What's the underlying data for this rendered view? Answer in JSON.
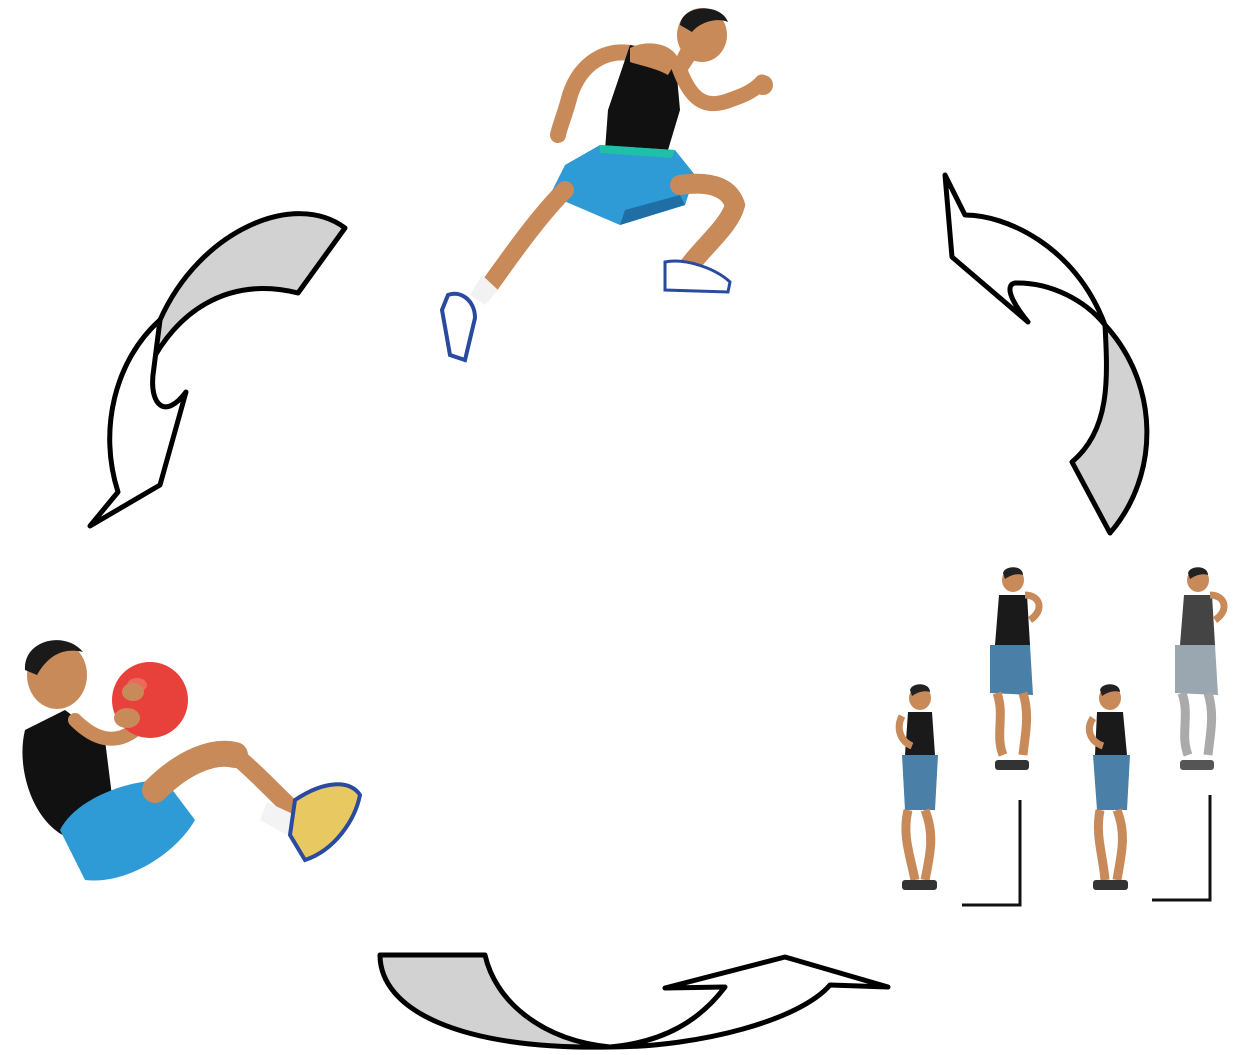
{
  "diagram": {
    "type": "cycle",
    "stages": [
      {
        "id": "sprint",
        "icon": "sprinting-athlete-icon"
      },
      {
        "id": "box-jumps",
        "icon": "box-jump-sequence-icon"
      },
      {
        "id": "medicine-ball-situp",
        "icon": "medicine-ball-situp-icon"
      }
    ],
    "arrows": [
      {
        "from": "box-jumps",
        "to": "sprint"
      },
      {
        "from": "medicine-ball-situp",
        "to": "box-jumps"
      },
      {
        "from": "sprint",
        "to": "medicine-ball-situp"
      }
    ]
  },
  "colors": {
    "skin": "#c98a5a",
    "shorts": "#2e9ad6",
    "shorts_dark": "#1f6fa6",
    "tank": "#111111",
    "ball": "#e8403a",
    "arrow_fill_gray": "#d2d2d2",
    "arrow_stroke": "#000000",
    "shoe": "#ffffff",
    "shoe_accent": "#2a4aa0"
  }
}
